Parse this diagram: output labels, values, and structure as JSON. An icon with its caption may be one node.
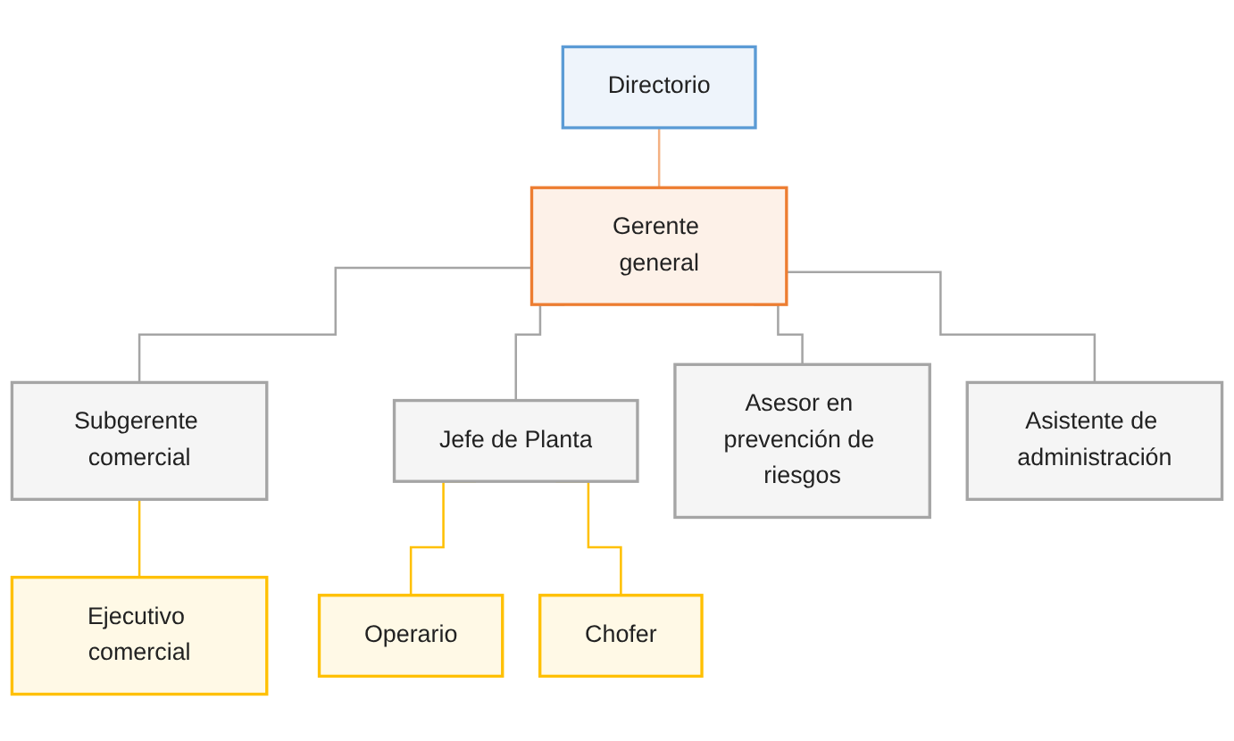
{
  "diagram": {
    "nodes": [
      {
        "text": [
          "Directorio"
        ]
      },
      {
        "text": [
          "Gerente general"
        ]
      },
      {
        "text": [
          "Subgerente comercial"
        ]
      },
      {
        "text": [
          "Jefe de Planta"
        ]
      },
      {
        "text": [
          "Asesor en prevención de riesgos"
        ]
      },
      {
        "text": [
          "Asistente de administración"
        ]
      },
      {
        "text": [
          "Ejecutivo comercial"
        ]
      },
      {
        "text": [
          "Operario"
        ]
      },
      {
        "text": [
          "Chofer"
        ]
      }
    ],
    "edges": [
      {
        "from": 0,
        "to": 1,
        "arrow": "none",
        "color": "#f4b183"
      },
      {
        "from": 1,
        "to": 2,
        "arrow": "none"
      },
      {
        "from": 1,
        "to": 3,
        "arrow": "none"
      },
      {
        "from": 1,
        "to": 4,
        "arrow": "none"
      },
      {
        "from": 1,
        "to": 5,
        "arrow": "none"
      },
      {
        "from": 2,
        "to": 6,
        "arrow": "none",
        "color": "#ffc000"
      },
      {
        "from": 3,
        "to": 7,
        "arrow": "none",
        "color": "#ffc000"
      },
      {
        "from": 3,
        "to": 8,
        "arrow": "none",
        "color": "#ffc000"
      }
    ]
  }
}
